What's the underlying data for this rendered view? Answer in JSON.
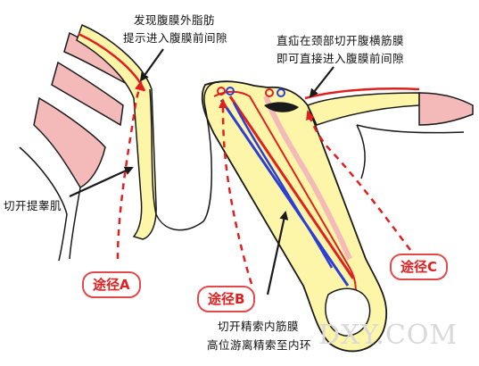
{
  "labels": {
    "a_line1": "发现腹膜外脂肪",
    "a_line2": "提示进入腹膜前间隙",
    "c_line1": "直疝在颈部切开腹横筋膜",
    "c_line2": "即可直接进入腹膜前间隙",
    "cremaster": "切开提睾肌",
    "b_line1": "切开精索内筋膜",
    "b_line2": "高位游离精索至内环"
  },
  "routes": {
    "a": "途径A",
    "b": "途径B",
    "c": "途径C"
  },
  "watermark": "DXY.COM",
  "colors": {
    "outline": "#1a1a1a",
    "peritoneum_red": "#e02020",
    "fat_yellow": "#fdf6a8",
    "muscle_pink": "#f4b9b9",
    "vessel_blue": "#2b3fd6",
    "route_text": "#e02020"
  }
}
